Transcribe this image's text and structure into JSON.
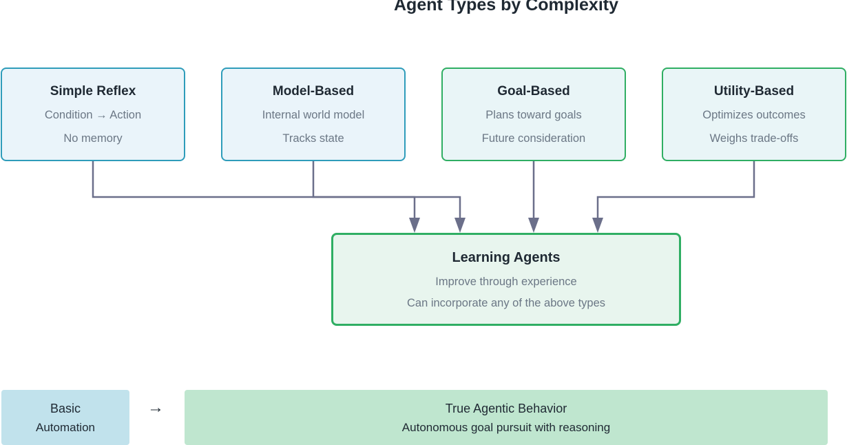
{
  "title": "Agent Types by Complexity",
  "agents": [
    {
      "title": "Simple Reflex",
      "line1": "Condition → Action",
      "line2": "No memory"
    },
    {
      "title": "Model-Based",
      "line1": "Internal world model",
      "line2": "Tracks state"
    },
    {
      "title": "Goal-Based",
      "line1": "Plans toward goals",
      "line2": "Future consideration"
    },
    {
      "title": "Utility-Based",
      "line1": "Optimizes outcomes",
      "line2": "Weighs trade-offs"
    }
  ],
  "learning": {
    "title": "Learning Agents",
    "line1": "Improve through experience",
    "line2": "Can incorporate any of the above types"
  },
  "bottom": {
    "left_line1": "Basic",
    "left_line2": "Automation",
    "arrow": "→",
    "right_line1": "True Agentic Behavior",
    "right_line2": "Autonomous goal pursuit with reasoning"
  },
  "colors": {
    "blue_border": "#2e9cba",
    "green_border": "#2fae63",
    "connector": "#6b6f8a"
  }
}
